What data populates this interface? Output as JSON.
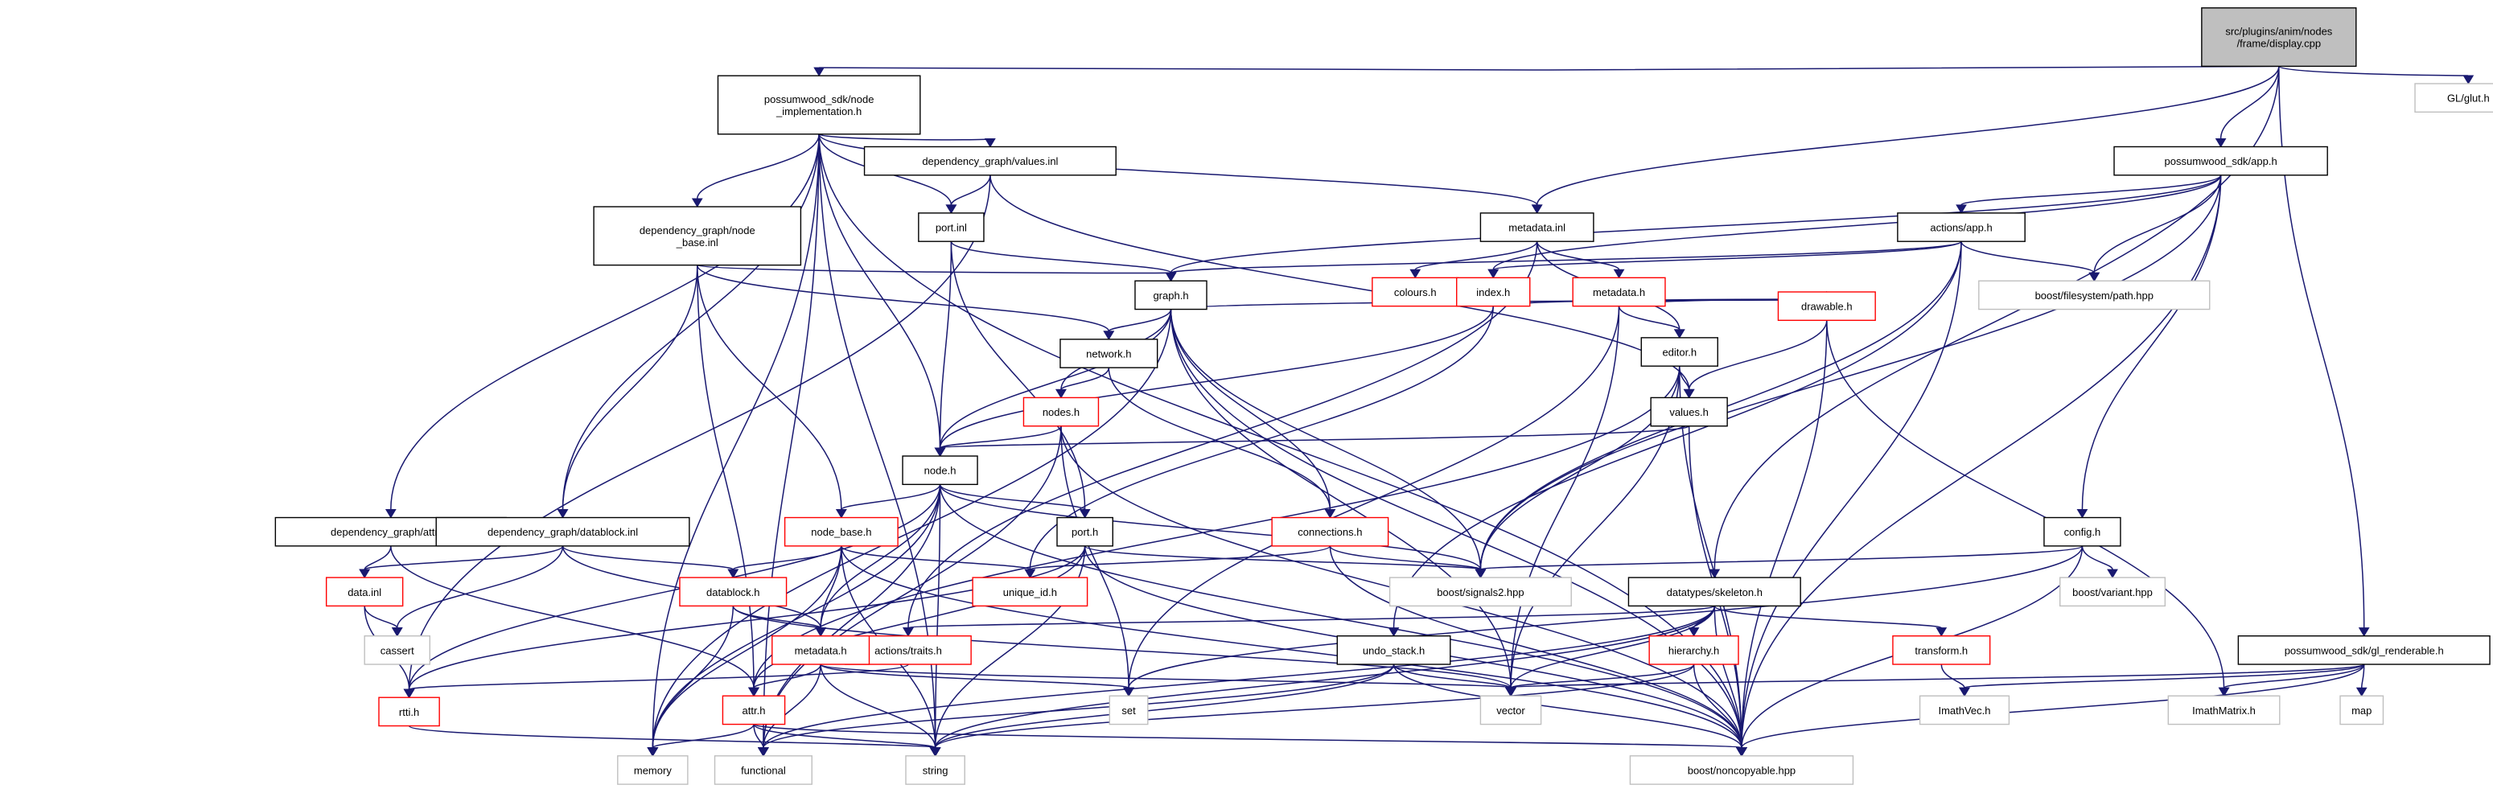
{
  "graph": {
    "colors": {
      "edge": "#191970",
      "root_fill": "#bfbfbf",
      "node_fill": "#ffffff",
      "border_default": "#000000",
      "border_truncated": "#ff0000",
      "border_external": "#bfbfbf"
    },
    "nodes": [
      {
        "id": "root",
        "label": "src/plugins/anim/nodes\n/frame/display.cpp",
        "kind": "root"
      },
      {
        "id": "node_impl",
        "label": "possumwood_sdk/node\n_implementation.h",
        "kind": "normal"
      },
      {
        "id": "glut",
        "label": "GL/glut.h",
        "kind": "external"
      },
      {
        "id": "values_inl",
        "label": "dependency_graph/values.inl",
        "kind": "normal"
      },
      {
        "id": "app_h",
        "label": "possumwood_sdk/app.h",
        "kind": "normal"
      },
      {
        "id": "node_base_inl",
        "label": "dependency_graph/node\n_base.inl",
        "kind": "normal"
      },
      {
        "id": "port_inl",
        "label": "port.inl",
        "kind": "normal"
      },
      {
        "id": "metadata_inl",
        "label": "metadata.inl",
        "kind": "normal"
      },
      {
        "id": "actions_app",
        "label": "actions/app.h",
        "kind": "normal"
      },
      {
        "id": "colours_h",
        "label": "colours.h",
        "kind": "truncated"
      },
      {
        "id": "graph_h",
        "label": "graph.h",
        "kind": "normal"
      },
      {
        "id": "index_h",
        "label": "index.h",
        "kind": "truncated"
      },
      {
        "id": "metadata_h2",
        "label": "metadata.h",
        "kind": "truncated"
      },
      {
        "id": "drawable_h",
        "label": "drawable.h",
        "kind": "truncated"
      },
      {
        "id": "fs_path",
        "label": "boost/filesystem/path.hpp",
        "kind": "external"
      },
      {
        "id": "network_h",
        "label": "network.h",
        "kind": "normal"
      },
      {
        "id": "editor_h",
        "label": "editor.h",
        "kind": "normal"
      },
      {
        "id": "nodes_h",
        "label": "nodes.h",
        "kind": "truncated"
      },
      {
        "id": "values_h",
        "label": "values.h",
        "kind": "normal"
      },
      {
        "id": "node_h",
        "label": "node.h",
        "kind": "normal"
      },
      {
        "id": "attr_inl",
        "label": "dependency_graph/attr.inl",
        "kind": "normal"
      },
      {
        "id": "datablock_inl",
        "label": "dependency_graph/datablock.inl",
        "kind": "normal"
      },
      {
        "id": "node_base_h",
        "label": "node_base.h",
        "kind": "truncated"
      },
      {
        "id": "port_h",
        "label": "port.h",
        "kind": "normal"
      },
      {
        "id": "connections_h",
        "label": "connections.h",
        "kind": "truncated"
      },
      {
        "id": "config_h",
        "label": "config.h",
        "kind": "normal"
      },
      {
        "id": "data_inl",
        "label": "data.inl",
        "kind": "truncated"
      },
      {
        "id": "datablock_h",
        "label": "datablock.h",
        "kind": "truncated"
      },
      {
        "id": "unique_id",
        "label": "unique_id.h",
        "kind": "truncated"
      },
      {
        "id": "signals2",
        "label": "boost/signals2.hpp",
        "kind": "external"
      },
      {
        "id": "skeleton_h",
        "label": "datatypes/skeleton.h",
        "kind": "normal"
      },
      {
        "id": "variant",
        "label": "boost/variant.hpp",
        "kind": "external"
      },
      {
        "id": "cassert",
        "label": "cassert",
        "kind": "external"
      },
      {
        "id": "actions_traits",
        "label": "actions/traits.h",
        "kind": "truncated"
      },
      {
        "id": "metadata_h",
        "label": "metadata.h",
        "kind": "truncated"
      },
      {
        "id": "undo_stack",
        "label": "undo_stack.h",
        "kind": "normal"
      },
      {
        "id": "hierarchy_h",
        "label": "hierarchy.h",
        "kind": "truncated"
      },
      {
        "id": "transform_h",
        "label": "transform.h",
        "kind": "truncated"
      },
      {
        "id": "gl_renderable",
        "label": "possumwood_sdk/gl_renderable.h",
        "kind": "normal"
      },
      {
        "id": "rtti_h",
        "label": "rtti.h",
        "kind": "truncated"
      },
      {
        "id": "attr_h",
        "label": "attr.h",
        "kind": "truncated"
      },
      {
        "id": "set",
        "label": "set",
        "kind": "external"
      },
      {
        "id": "vector",
        "label": "vector",
        "kind": "external"
      },
      {
        "id": "imathvec",
        "label": "ImathVec.h",
        "kind": "external"
      },
      {
        "id": "imathmatrix",
        "label": "ImathMatrix.h",
        "kind": "external"
      },
      {
        "id": "map",
        "label": "map",
        "kind": "external"
      },
      {
        "id": "memory",
        "label": "memory",
        "kind": "external"
      },
      {
        "id": "functional",
        "label": "functional",
        "kind": "external"
      },
      {
        "id": "string",
        "label": "string",
        "kind": "external"
      },
      {
        "id": "noncopyable",
        "label": "boost/noncopyable.hpp",
        "kind": "external"
      }
    ],
    "edges": [
      [
        "root",
        "node_impl"
      ],
      [
        "root",
        "glut"
      ],
      [
        "root",
        "app_h"
      ],
      [
        "root",
        "metadata_inl"
      ],
      [
        "root",
        "skeleton_h"
      ],
      [
        "root",
        "gl_renderable"
      ],
      [
        "node_impl",
        "values_inl"
      ],
      [
        "node_impl",
        "node_base_inl"
      ],
      [
        "node_impl",
        "port_inl"
      ],
      [
        "node_impl",
        "metadata_inl"
      ],
      [
        "node_impl",
        "node_h"
      ],
      [
        "node_impl",
        "attr_inl"
      ],
      [
        "node_impl",
        "datablock_inl"
      ],
      [
        "node_impl",
        "memory"
      ],
      [
        "node_impl",
        "functional"
      ],
      [
        "node_impl",
        "string"
      ],
      [
        "node_impl",
        "noncopyable"
      ],
      [
        "values_inl",
        "port_inl"
      ],
      [
        "values_inl",
        "values_h"
      ],
      [
        "values_inl",
        "rtti_h"
      ],
      [
        "node_base_inl",
        "graph_h"
      ],
      [
        "node_base_inl",
        "network_h"
      ],
      [
        "node_base_inl",
        "datablock_inl"
      ],
      [
        "node_base_inl",
        "node_base_h"
      ],
      [
        "node_base_inl",
        "attr_h"
      ],
      [
        "port_inl",
        "graph_h"
      ],
      [
        "port_inl",
        "node_h"
      ],
      [
        "port_inl",
        "port_h"
      ],
      [
        "metadata_inl",
        "colours_h"
      ],
      [
        "metadata_inl",
        "metadata_h2"
      ],
      [
        "metadata_inl",
        "editor_h"
      ],
      [
        "metadata_inl",
        "actions_traits"
      ],
      [
        "app_h",
        "actions_app"
      ],
      [
        "app_h",
        "graph_h"
      ],
      [
        "app_h",
        "fs_path"
      ],
      [
        "app_h",
        "index_h"
      ],
      [
        "app_h",
        "config_h"
      ],
      [
        "app_h",
        "signals2"
      ],
      [
        "app_h",
        "noncopyable"
      ],
      [
        "actions_app",
        "graph_h"
      ],
      [
        "actions_app",
        "index_h"
      ],
      [
        "actions_app",
        "fs_path"
      ],
      [
        "actions_app",
        "signals2"
      ],
      [
        "actions_app",
        "undo_stack"
      ],
      [
        "actions_app",
        "noncopyable"
      ],
      [
        "graph_h",
        "network_h"
      ],
      [
        "graph_h",
        "nodes_h"
      ],
      [
        "graph_h",
        "node_h"
      ],
      [
        "graph_h",
        "connections_h"
      ],
      [
        "graph_h",
        "signals2"
      ],
      [
        "graph_h",
        "drawable_h"
      ],
      [
        "graph_h",
        "vector"
      ],
      [
        "graph_h",
        "memory"
      ],
      [
        "graph_h",
        "noncopyable"
      ],
      [
        "index_h",
        "node_h"
      ],
      [
        "index_h",
        "unique_id"
      ],
      [
        "index_h",
        "drawable_h"
      ],
      [
        "metadata_h2",
        "drawable_h"
      ],
      [
        "metadata_h2",
        "editor_h"
      ],
      [
        "metadata_h2",
        "set"
      ],
      [
        "metadata_h2",
        "vector"
      ],
      [
        "drawable_h",
        "values_h"
      ],
      [
        "drawable_h",
        "imathmatrix"
      ],
      [
        "drawable_h",
        "noncopyable"
      ],
      [
        "network_h",
        "nodes_h"
      ],
      [
        "network_h",
        "connections_h"
      ],
      [
        "editor_h",
        "values_h"
      ],
      [
        "editor_h",
        "signals2"
      ],
      [
        "editor_h",
        "attr_h"
      ],
      [
        "editor_h",
        "vector"
      ],
      [
        "editor_h",
        "noncopyable"
      ],
      [
        "nodes_h",
        "node_h"
      ],
      [
        "nodes_h",
        "set"
      ],
      [
        "nodes_h",
        "functional"
      ],
      [
        "nodes_h",
        "noncopyable"
      ],
      [
        "values_h",
        "node_h"
      ],
      [
        "values_h",
        "noncopyable"
      ],
      [
        "node_h",
        "node_base_h"
      ],
      [
        "node_h",
        "port_h"
      ],
      [
        "node_h",
        "signals2"
      ],
      [
        "node_h",
        "metadata_h"
      ],
      [
        "node_h",
        "rtti_h"
      ],
      [
        "node_h",
        "memory"
      ],
      [
        "node_h",
        "functional"
      ],
      [
        "node_h",
        "string"
      ],
      [
        "node_h",
        "noncopyable"
      ],
      [
        "attr_inl",
        "data_inl"
      ],
      [
        "attr_inl",
        "attr_h"
      ],
      [
        "datablock_inl",
        "data_inl"
      ],
      [
        "datablock_inl",
        "datablock_h"
      ],
      [
        "datablock_inl",
        "metadata_h"
      ],
      [
        "datablock_inl",
        "cassert"
      ],
      [
        "node_base_h",
        "unique_id"
      ],
      [
        "node_base_h",
        "datablock_h"
      ],
      [
        "node_base_h",
        "metadata_h"
      ],
      [
        "node_base_h",
        "memory"
      ],
      [
        "node_base_h",
        "string"
      ],
      [
        "node_base_h",
        "noncopyable"
      ],
      [
        "port_h",
        "signals2"
      ],
      [
        "port_h",
        "attr_h"
      ],
      [
        "port_h",
        "rtti_h"
      ],
      [
        "port_h",
        "string"
      ],
      [
        "port_h",
        "noncopyable"
      ],
      [
        "connections_h",
        "unique_id"
      ],
      [
        "connections_h",
        "signals2"
      ],
      [
        "connections_h",
        "noncopyable"
      ],
      [
        "config_h",
        "signals2"
      ],
      [
        "config_h",
        "variant"
      ],
      [
        "config_h",
        "set"
      ],
      [
        "config_h",
        "noncopyable"
      ],
      [
        "data_inl",
        "rtti_h"
      ],
      [
        "data_inl",
        "cassert"
      ],
      [
        "datablock_h",
        "metadata_h"
      ],
      [
        "datablock_h",
        "vector"
      ],
      [
        "datablock_h",
        "memory"
      ],
      [
        "skeleton_h",
        "actions_traits"
      ],
      [
        "skeleton_h",
        "hierarchy_h"
      ],
      [
        "skeleton_h",
        "transform_h"
      ],
      [
        "skeleton_h",
        "vector"
      ],
      [
        "skeleton_h",
        "functional"
      ],
      [
        "skeleton_h",
        "string"
      ],
      [
        "skeleton_h",
        "noncopyable"
      ],
      [
        "actions_traits",
        "rtti_h"
      ],
      [
        "metadata_h",
        "attr_h"
      ],
      [
        "metadata_h",
        "set"
      ],
      [
        "metadata_h",
        "vector"
      ],
      [
        "metadata_h",
        "functional"
      ],
      [
        "metadata_h",
        "string"
      ],
      [
        "undo_stack",
        "vector"
      ],
      [
        "undo_stack",
        "functional"
      ],
      [
        "undo_stack",
        "string"
      ],
      [
        "undo_stack",
        "noncopyable"
      ],
      [
        "hierarchy_h",
        "vector"
      ],
      [
        "hierarchy_h",
        "string"
      ],
      [
        "hierarchy_h",
        "noncopyable"
      ],
      [
        "transform_h",
        "imathvec"
      ],
      [
        "gl_renderable",
        "vector"
      ],
      [
        "gl_renderable",
        "imathvec"
      ],
      [
        "gl_renderable",
        "imathmatrix"
      ],
      [
        "gl_renderable",
        "map"
      ],
      [
        "gl_renderable",
        "noncopyable"
      ],
      [
        "rtti_h",
        "string"
      ],
      [
        "attr_h",
        "memory"
      ],
      [
        "attr_h",
        "functional"
      ],
      [
        "attr_h",
        "string"
      ],
      [
        "attr_h",
        "noncopyable"
      ]
    ]
  }
}
